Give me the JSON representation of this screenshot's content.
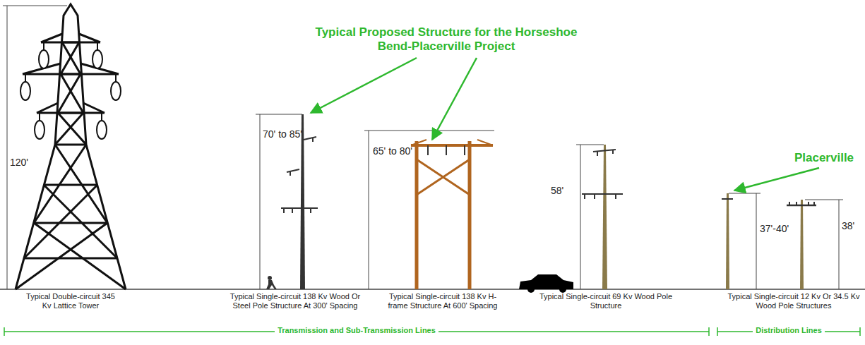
{
  "diagram": {
    "labels": [
      "Typical Proposed Structure for the Horseshoe Bend-Placerville Project",
      "Placerville",
      "120'",
      "70' to 85'",
      "65' to 80'",
      "58'",
      "37'-40'",
      "38'",
      "Typical Double-circuit 345 Kv Lattice Tower",
      "Typical Single-circuit 138 Kv Wood Or Steel Pole Structure At 300' Spacing",
      "Typical Single-circuit 138 Kv H-frame Structure At 600' Spacing",
      "Typical Single-circuit 69 Kv Wood Pole Structure",
      "Typical Single-circuit 12 Kv Or 34.5 Kv Wood Pole Structures",
      "Transmission and Sub-Transmission Lines",
      "Distribution Lines"
    ]
  }
}
